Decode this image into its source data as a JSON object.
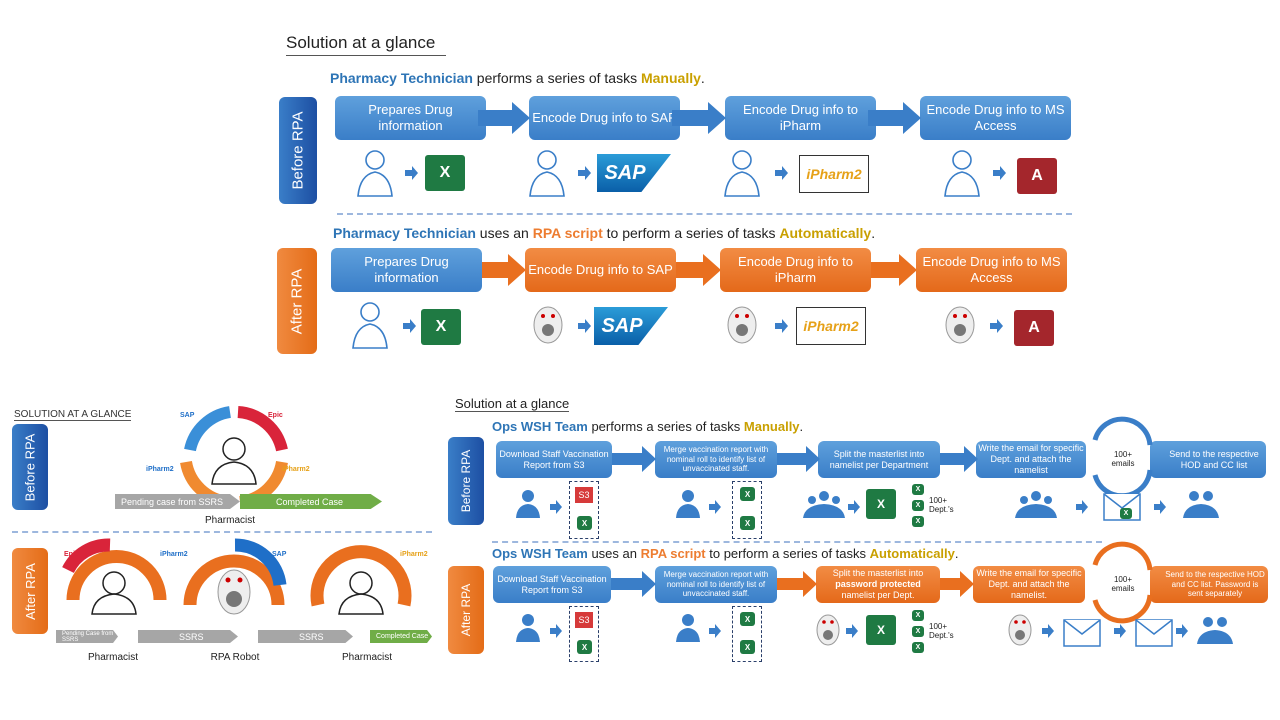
{
  "top": {
    "title": "Solution at a glance",
    "before": {
      "side_label": "Before RPA",
      "heading": {
        "actor": "Pharmacy Technician",
        "mid": " performs a series of tasks ",
        "mode": "Manually",
        "end": "."
      },
      "steps": [
        "Prepares Drug information",
        "Encode Drug info to SAP",
        "Encode Drug info to iPharm",
        "Encode Drug info to MS Access"
      ]
    },
    "after": {
      "side_label": "After RPA",
      "heading": {
        "actor": "Pharmacy Technician",
        "mid1": " uses an ",
        "tool": "RPA script",
        "mid2": " to perform a series of tasks ",
        "mode": "Automatically",
        "end": "."
      },
      "steps": [
        "Prepares Drug information",
        "Encode Drug info to SAP",
        "Encode Drug info to iPharm",
        "Encode Drug info to MS Access"
      ]
    },
    "app_labels": {
      "excel": "X",
      "sap": "SAP",
      "iPharm": "iPharm2",
      "access": "A"
    }
  },
  "left": {
    "title": "SOLUTION AT A GLANCE",
    "before_label": "Before RPA",
    "after_label": "After RPA",
    "tags": {
      "sap": "SAP",
      "epic": "Epic",
      "iPharm": "iPharm2"
    },
    "before_pending": "Pending case from SSRS",
    "before_completed": "Completed Case",
    "before_person": "Pharmacist",
    "after_pending": "Pending Case from SSRS",
    "after_ssrs1": "SSRS",
    "after_ssrs2": "SSRS",
    "after_completed": "Completed Case",
    "after_people": [
      "Pharmacist",
      "RPA Robot",
      "Pharmacist"
    ]
  },
  "bottom": {
    "title": "Solution at a glance",
    "before": {
      "side_label": "Before RPA",
      "heading": {
        "actor": "Ops WSH Team",
        "mid": " performs a series of tasks ",
        "mode": "Manually",
        "end": "."
      },
      "steps": [
        "Download Staff Vaccination Report from S3",
        "Merge vaccination report with nominal roll to identify list of unvaccinated staff.",
        "Split the masterlist into namelist per Department",
        "Write the email for specific Dept. and attach the namelist",
        "Send to the respective HOD and CC list"
      ],
      "emails": "100+ emails",
      "depts": "100+ Dept.'s"
    },
    "after": {
      "side_label": "After RPA",
      "heading": {
        "actor": "Ops WSH Team",
        "mid1": " uses an ",
        "tool": "RPA script",
        "mid2": " to perform a series of tasks ",
        "mode": "Automatically",
        "end": "."
      },
      "steps": [
        "Download Staff Vaccination Report from S3",
        "Merge vaccination report with nominal roll to identify list of unvaccinated staff.",
        "Split the masterlist into",
        "password protected",
        "namelist per Dept.",
        "Write the email for specific Dept. and attach the namelist.",
        "Send to the respective HOD and CC list. Password is sent separately"
      ],
      "emails": "100+ emails",
      "depts": "100+ Dept.'s"
    },
    "s3_label": "S3"
  },
  "colors": {
    "blue": "#3a7ec8",
    "orange": "#e96f1f",
    "gold": "#c9a000",
    "sideBlue": "#1d4fa3"
  }
}
